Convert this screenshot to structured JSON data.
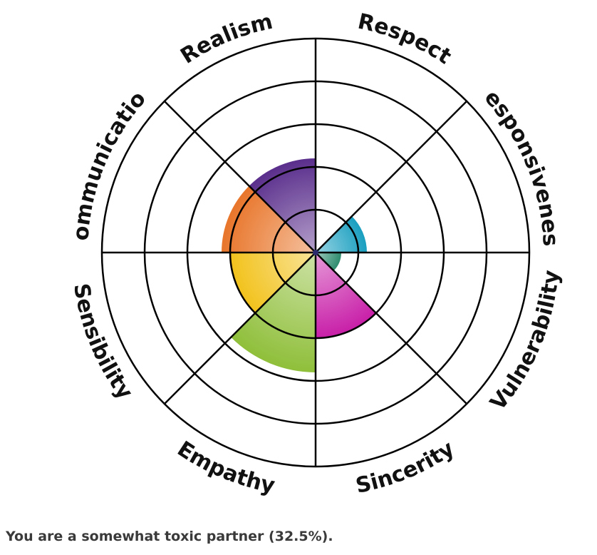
{
  "chart_data": {
    "type": "radial-bar",
    "max_level": 5,
    "categories": [
      {
        "name": "Respect",
        "value": 0,
        "color": "#333333"
      },
      {
        "name": "Responsiveness",
        "value": 1.2,
        "color": "#1a9fc0"
      },
      {
        "name": "Vulnerability",
        "value": 0.6,
        "color": "#2e8b6e"
      },
      {
        "name": "Sincerity",
        "value": 2.0,
        "color": "#c81fa8"
      },
      {
        "name": "Empathy",
        "value": 2.8,
        "color": "#8fbf3a"
      },
      {
        "name": "Sensibility",
        "value": 2.0,
        "color": "#f2c21c"
      },
      {
        "name": "Communication",
        "value": 2.2,
        "color": "#e8752a"
      },
      {
        "name": "Realism",
        "value": 2.2,
        "color": "#5a2e8c"
      }
    ]
  },
  "result": {
    "text": "You are a somewhat toxic partner (32.5%)."
  }
}
